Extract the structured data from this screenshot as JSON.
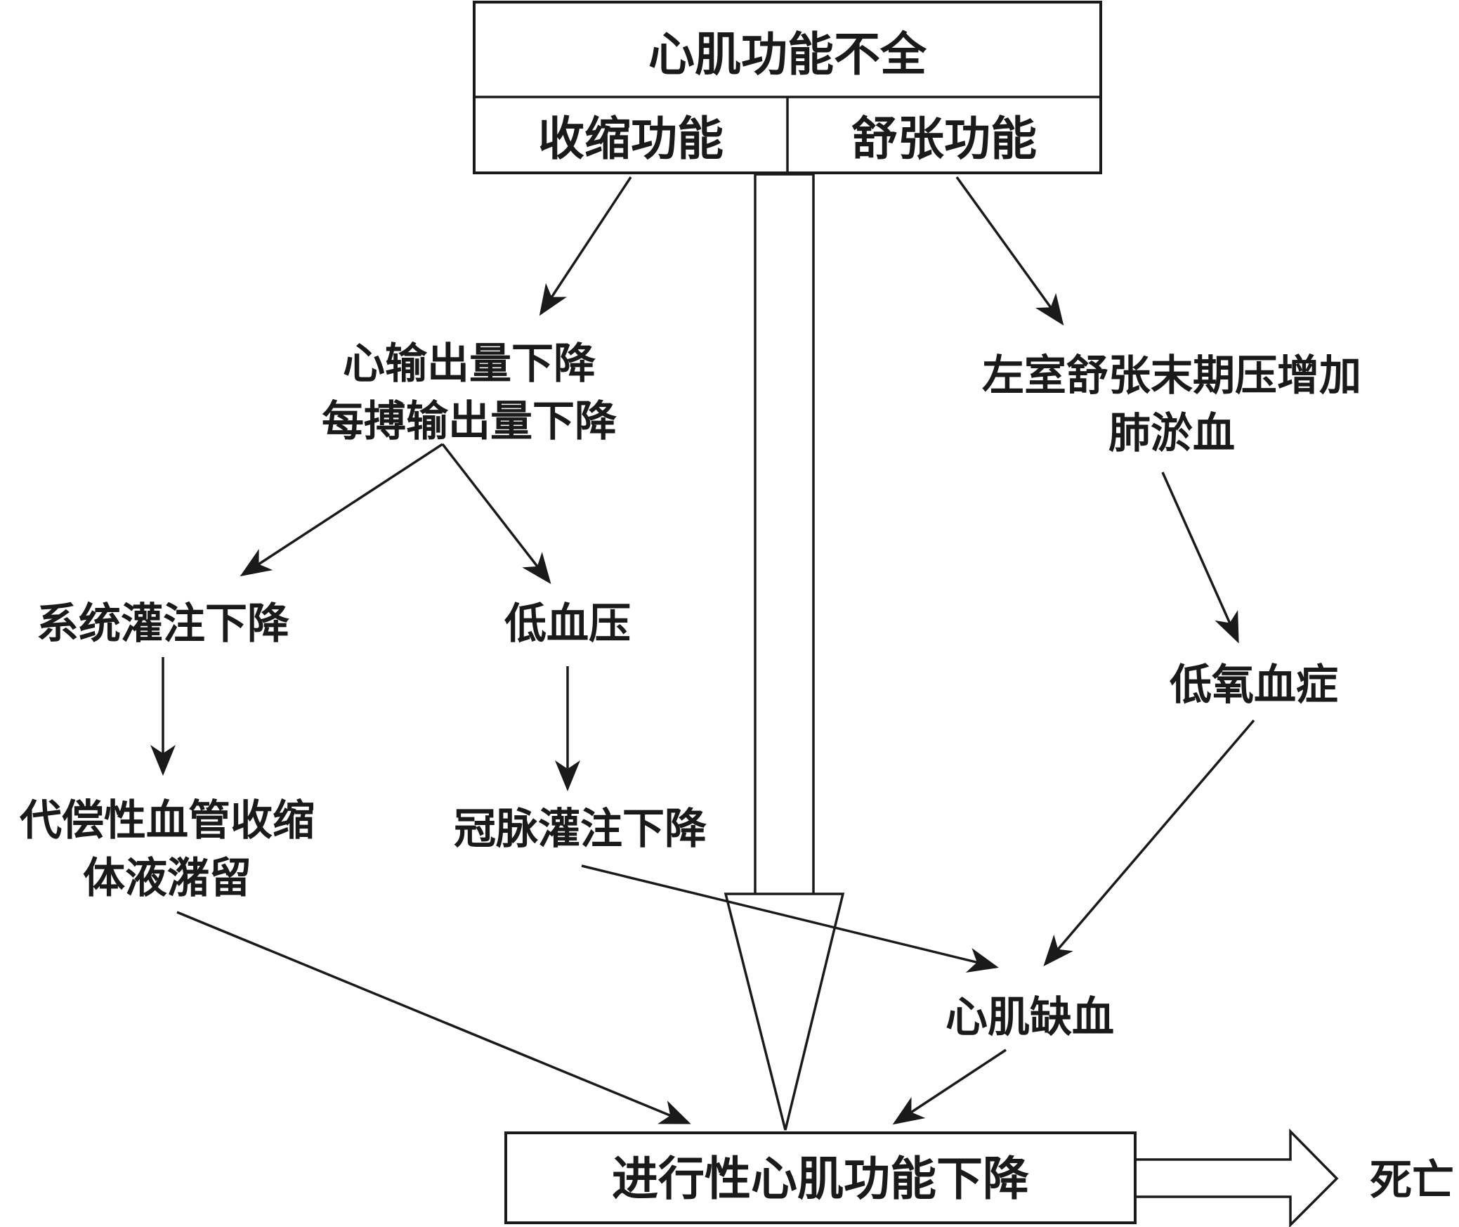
{
  "top_box": {
    "title": "心肌功能不全",
    "left_cell": "收缩功能",
    "right_cell": "舒张功能"
  },
  "nodes": {
    "cardiac_output_line1": "心输出量下降",
    "cardiac_output_line2": "每搏输出量下降",
    "lvedp_line1": "左室舒张末期压增加",
    "lvedp_line2": "肺淤血",
    "systemic_perfusion": "系统灌注下降",
    "hypotension": "低血压",
    "hypoxemia": "低氧血症",
    "compensation_line1": "代偿性血管收缩",
    "compensation_line2": "体液潴留",
    "coronary_perfusion": "冠脉灌注下降",
    "myocardial_ischemia": "心肌缺血",
    "death": "死亡"
  },
  "bottom_box": {
    "label": "进行性心肌功能下降"
  }
}
